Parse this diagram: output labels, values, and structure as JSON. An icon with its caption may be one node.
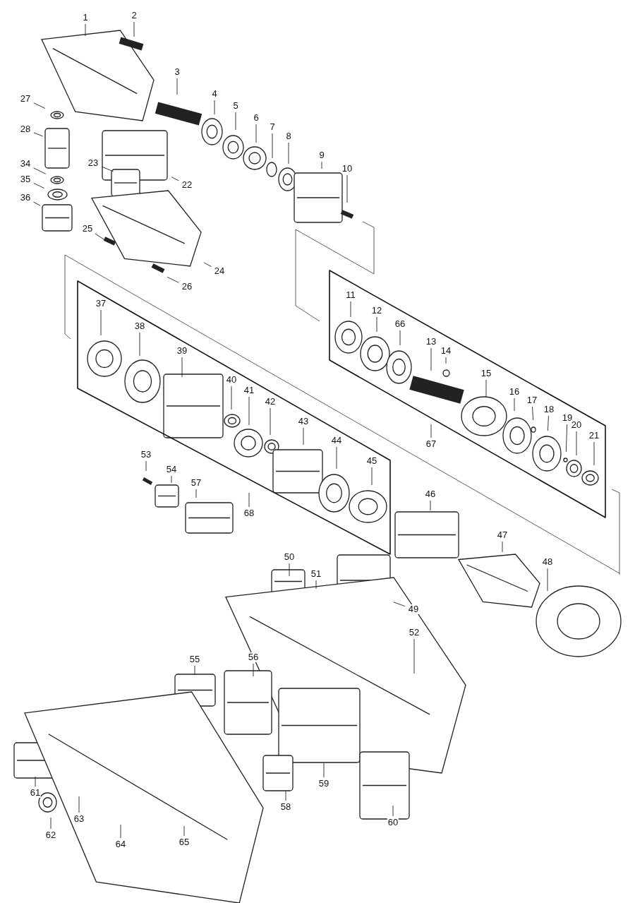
{
  "diagram": {
    "nodes": [
      {
        "text": [],
        "shape": "box"
      },
      {
        "text": [],
        "shape": "box"
      },
      {
        "text": [
          "1"
        ]
      },
      {
        "text": [
          "2"
        ]
      },
      {
        "text": [
          "3"
        ]
      },
      {
        "text": [
          "4"
        ]
      },
      {
        "text": [
          "5"
        ]
      },
      {
        "text": [
          "6"
        ]
      },
      {
        "text": [
          "7"
        ]
      },
      {
        "text": [
          "8"
        ]
      },
      {
        "text": [
          "9"
        ]
      },
      {
        "text": [
          "10"
        ]
      },
      {
        "text": [
          "11"
        ],
        "in": 0
      },
      {
        "text": [
          "12"
        ],
        "in": 0
      },
      {
        "text": [
          "13"
        ],
        "in": 0
      },
      {
        "text": [
          "14"
        ],
        "in": 0
      },
      {
        "text": [
          "15"
        ],
        "in": 0
      },
      {
        "text": [
          "16"
        ],
        "in": 0
      },
      {
        "text": [
          "17"
        ],
        "in": 0
      },
      {
        "text": [
          "18"
        ],
        "in": 0
      },
      {
        "text": [
          "19"
        ],
        "in": 0
      },
      {
        "text": [
          "20"
        ],
        "in": 0
      },
      {
        "text": [
          "21"
        ],
        "in": 0
      },
      {
        "text": [
          "22"
        ]
      },
      {
        "text": [
          "23"
        ]
      },
      {
        "text": [
          "24"
        ]
      },
      {
        "text": [
          "25"
        ]
      },
      {
        "text": [
          "26"
        ]
      },
      {
        "text": [
          "27"
        ]
      },
      {
        "text": [
          "28"
        ]
      },
      {
        "text": [
          "34"
        ]
      },
      {
        "text": [
          "35"
        ]
      },
      {
        "text": [
          "36"
        ]
      },
      {
        "text": [
          "37"
        ],
        "in": 1
      },
      {
        "text": [
          "38"
        ],
        "in": 1
      },
      {
        "text": [
          "39"
        ],
        "in": 1
      },
      {
        "text": [
          "40"
        ],
        "in": 1
      },
      {
        "text": [
          "41"
        ],
        "in": 1
      },
      {
        "text": [
          "42"
        ],
        "in": 1
      },
      {
        "text": [
          "43"
        ],
        "in": 1
      },
      {
        "text": [
          "44"
        ],
        "in": 1
      },
      {
        "text": [
          "45"
        ],
        "in": 1
      },
      {
        "text": [
          "46"
        ]
      },
      {
        "text": [
          "47"
        ]
      },
      {
        "text": [
          "48"
        ]
      },
      {
        "text": [
          "49"
        ]
      },
      {
        "text": [
          "50"
        ]
      },
      {
        "text": [
          "51"
        ]
      },
      {
        "text": [
          "52"
        ]
      },
      {
        "text": [
          "53"
        ]
      },
      {
        "text": [
          "54"
        ]
      },
      {
        "text": [
          "55"
        ]
      },
      {
        "text": [
          "56"
        ]
      },
      {
        "text": [
          "57"
        ]
      },
      {
        "text": [
          "58"
        ]
      },
      {
        "text": [
          "59"
        ]
      },
      {
        "text": [
          "60"
        ]
      },
      {
        "text": [
          "61"
        ]
      },
      {
        "text": [
          "62"
        ]
      },
      {
        "text": [
          "63"
        ]
      },
      {
        "text": [
          "64"
        ]
      },
      {
        "text": [
          "65"
        ]
      },
      {
        "text": [
          "66"
        ],
        "in": 0
      },
      {
        "text": [
          "67"
        ],
        "in": 0
      },
      {
        "text": [
          "68"
        ],
        "in": 1
      }
    ],
    "edges": [
      {
        "from": 2,
        "to": null,
        "arrow": "none"
      },
      {
        "from": 3,
        "to": null,
        "arrow": "none"
      },
      {
        "from": 4,
        "to": null,
        "arrow": "none"
      },
      {
        "from": 5,
        "to": null,
        "arrow": "none"
      },
      {
        "from": 6,
        "to": null,
        "arrow": "none"
      },
      {
        "from": 7,
        "to": null,
        "arrow": "none"
      },
      {
        "from": 8,
        "to": null,
        "arrow": "none"
      },
      {
        "from": 9,
        "to": null,
        "arrow": "none"
      },
      {
        "from": 10,
        "to": null,
        "arrow": "none"
      },
      {
        "from": 11,
        "to": null,
        "arrow": "none"
      },
      {
        "from": 12,
        "to": null,
        "arrow": "none"
      },
      {
        "from": 13,
        "to": null,
        "arrow": "none"
      },
      {
        "from": 14,
        "to": null,
        "arrow": "none"
      },
      {
        "from": 15,
        "to": null,
        "arrow": "none"
      },
      {
        "from": 16,
        "to": null,
        "arrow": "none"
      },
      {
        "from": 17,
        "to": null,
        "arrow": "none"
      },
      {
        "from": 18,
        "to": null,
        "arrow": "none"
      },
      {
        "from": 19,
        "to": null,
        "arrow": "none"
      },
      {
        "from": 20,
        "to": null,
        "arrow": "none"
      },
      {
        "from": 21,
        "to": null,
        "arrow": "none"
      },
      {
        "from": 22,
        "to": null,
        "arrow": "none"
      },
      {
        "from": 23,
        "to": null,
        "arrow": "none"
      },
      {
        "from": 24,
        "to": null,
        "arrow": "none"
      },
      {
        "from": 25,
        "to": null,
        "arrow": "none"
      },
      {
        "from": 26,
        "to": null,
        "arrow": "none"
      },
      {
        "from": 27,
        "to": null,
        "arrow": "none"
      },
      {
        "from": 28,
        "to": null,
        "arrow": "none"
      },
      {
        "from": 29,
        "to": null,
        "arrow": "none"
      },
      {
        "from": 30,
        "to": null,
        "arrow": "none"
      },
      {
        "from": 31,
        "to": null,
        "arrow": "none"
      },
      {
        "from": 32,
        "to": null,
        "arrow": "none"
      },
      {
        "from": 33,
        "to": null,
        "arrow": "none"
      },
      {
        "from": 34,
        "to": null,
        "arrow": "none"
      },
      {
        "from": 35,
        "to": null,
        "arrow": "none"
      },
      {
        "from": 36,
        "to": null,
        "arrow": "none"
      },
      {
        "from": 37,
        "to": null,
        "arrow": "none"
      },
      {
        "from": 38,
        "to": null,
        "arrow": "none"
      },
      {
        "from": 39,
        "to": null,
        "arrow": "none"
      },
      {
        "from": 40,
        "to": null,
        "arrow": "none"
      },
      {
        "from": 41,
        "to": null,
        "arrow": "none"
      },
      {
        "from": 42,
        "to": null,
        "arrow": "none"
      },
      {
        "from": 43,
        "to": null,
        "arrow": "none"
      },
      {
        "from": 44,
        "to": null,
        "arrow": "none"
      },
      {
        "from": 45,
        "to": null,
        "arrow": "none"
      },
      {
        "from": 46,
        "to": null,
        "arrow": "none"
      },
      {
        "from": 47,
        "to": null,
        "arrow": "none"
      },
      {
        "from": 48,
        "to": null,
        "arrow": "none"
      },
      {
        "from": 49,
        "to": null,
        "arrow": "none"
      },
      {
        "from": 50,
        "to": null,
        "arrow": "none"
      },
      {
        "from": 51,
        "to": null,
        "arrow": "none"
      },
      {
        "from": 52,
        "to": null,
        "arrow": "none"
      },
      {
        "from": 53,
        "to": null,
        "arrow": "none"
      },
      {
        "from": 54,
        "to": null,
        "arrow": "none"
      },
      {
        "from": 55,
        "to": null,
        "arrow": "none"
      },
      {
        "from": 56,
        "to": null,
        "arrow": "none"
      },
      {
        "from": 57,
        "to": null,
        "arrow": "none"
      },
      {
        "from": 58,
        "to": null,
        "arrow": "none"
      },
      {
        "from": 59,
        "to": null,
        "arrow": "none"
      },
      {
        "from": 60,
        "to": null,
        "arrow": "none"
      },
      {
        "from": 61,
        "to": null,
        "arrow": "none"
      },
      {
        "from": 62,
        "to": null,
        "arrow": "none"
      },
      {
        "from": 63,
        "to": null,
        "arrow": "none"
      },
      {
        "from": 64,
        "to": null,
        "arrow": "none"
      }
    ]
  }
}
